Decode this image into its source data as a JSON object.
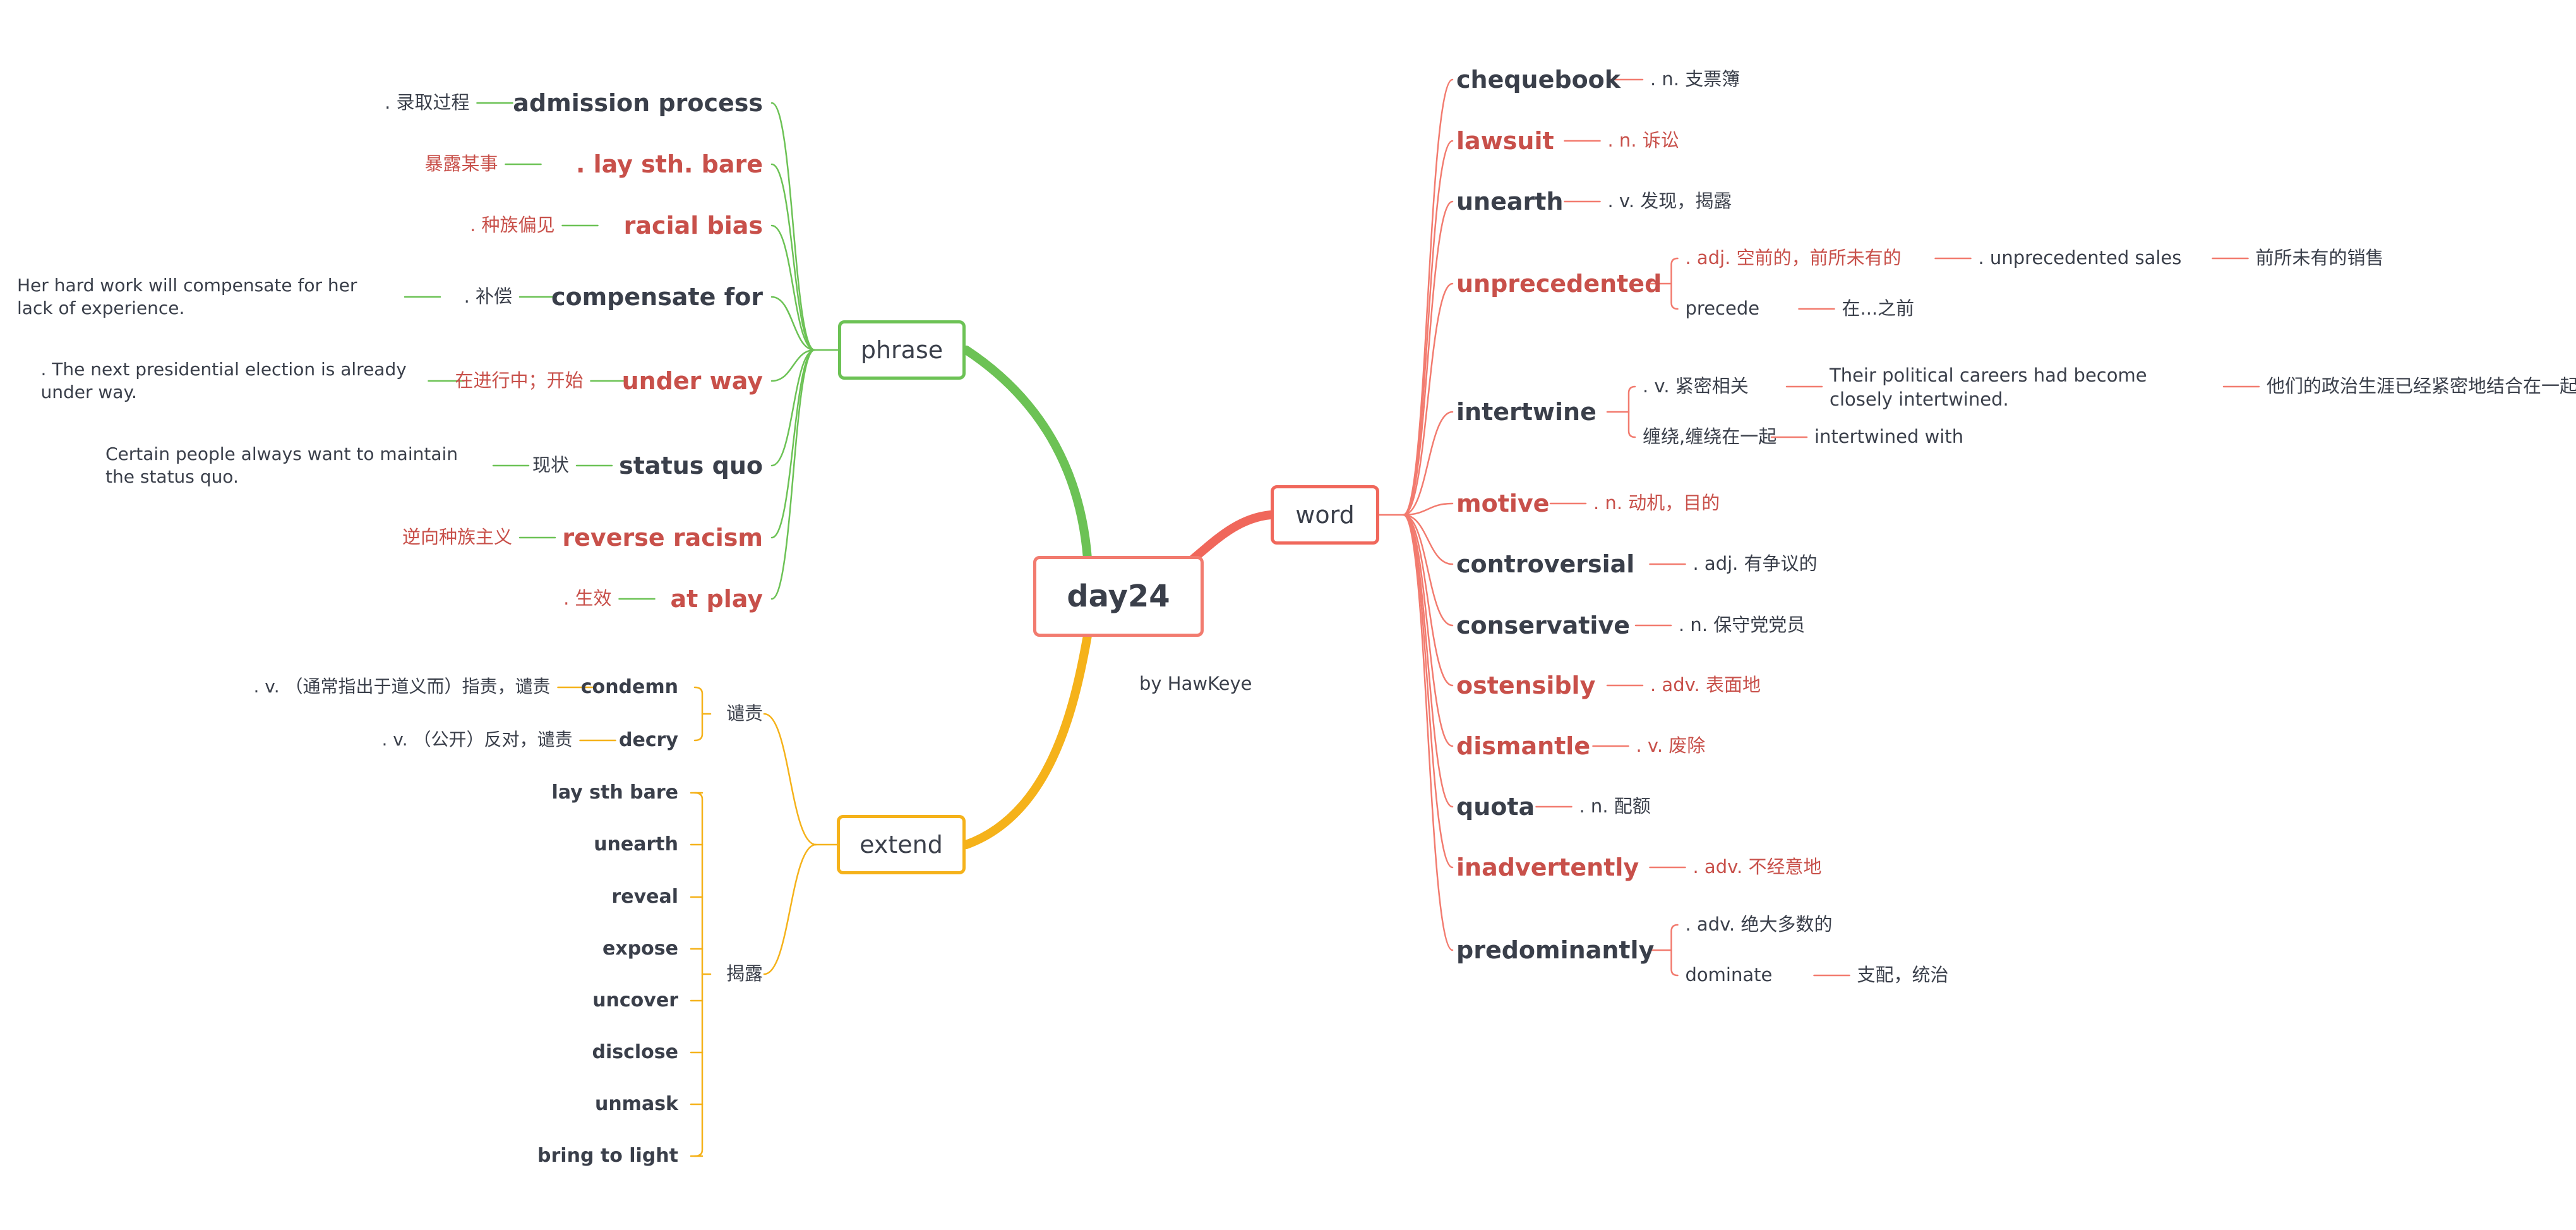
{
  "colors": {
    "dark": "#3a3f4a",
    "red": "#c8504a",
    "green": "#6cc255",
    "orange": "#f5b21a",
    "coral": "#f0675b",
    "salmon": "#f27b6f"
  },
  "center": {
    "title": "day24",
    "author": "by HawKeye"
  },
  "branches": {
    "phrase": "phrase",
    "word": "word",
    "extend": "extend"
  },
  "phrase": [
    {
      "term": "admission process",
      "meaning": ". 录取过程",
      "hl": false
    },
    {
      "term": ". lay sth. bare",
      "meaning": "暴露某事",
      "hl": true
    },
    {
      "term": "racial bias",
      "meaning": ". 种族偏见",
      "hl": true
    },
    {
      "term": "compensate for",
      "meaning": ". 补偿",
      "example": "Her hard work will compensate for her lack of experience.",
      "hl": false
    },
    {
      "term": "under way",
      "meaning": "在进行中；开始",
      "example": ". The next presidential election is already under way.",
      "hl": true
    },
    {
      "term": "status quo",
      "meaning": "现状",
      "example": "Certain people always want to maintain the status quo.",
      "hl": false
    },
    {
      "term": "reverse racism",
      "meaning": "逆向种族主义",
      "hl": true
    },
    {
      "term": "at play",
      "meaning": ". 生效",
      "hl": true
    }
  ],
  "words": [
    {
      "term": "chequebook",
      "meaning": ". n. 支票簿",
      "hl": false
    },
    {
      "term": "lawsuit",
      "meaning": ". n. 诉讼",
      "hl": true
    },
    {
      "term": "unearth",
      "meaning": ". v. 发现，揭露",
      "hl": false
    },
    {
      "term": "unprecedented",
      "hl": true,
      "subs": [
        {
          "label": ". adj. 空前的，前所未有的",
          "hl": true,
          "next": ". unprecedented sales",
          "next2": "前所未有的销售"
        },
        {
          "label": "precede",
          "hl": false,
          "next": "在...之前"
        }
      ]
    },
    {
      "term": "intertwine",
      "hl": false,
      "subs": [
        {
          "label": ". v. 紧密相关",
          "hl": false,
          "next": "Their political careers had become closely intertwined.",
          "next2": "他们的政治生涯已经紧密地结合在一起了"
        },
        {
          "label": "缠绕,缠绕在一起",
          "hl": false,
          "next": "intertwined with"
        }
      ]
    },
    {
      "term": "motive",
      "meaning": ". n. 动机，目的",
      "hl": true
    },
    {
      "term": "controversial",
      "meaning": ". adj. 有争议的",
      "hl": false
    },
    {
      "term": "conservative",
      "meaning": ". n. 保守党党员",
      "hl": false
    },
    {
      "term": "ostensibly",
      "meaning": ". adv. 表面地",
      "hl": true
    },
    {
      "term": "dismantle",
      "meaning": ". v. 废除",
      "hl": true
    },
    {
      "term": "quota",
      "meaning": ". n. 配额",
      "hl": false
    },
    {
      "term": "inadvertently",
      "meaning": ". adv. 不经意地",
      "hl": true
    },
    {
      "term": "predominantly",
      "hl": false,
      "subs": [
        {
          "label": ". adv. 绝大多数的",
          "hl": false
        },
        {
          "label": "dominate",
          "hl": false,
          "next": "支配，统治"
        }
      ]
    }
  ],
  "extend": {
    "condemn_group": {
      "label": "谴责",
      "items": [
        {
          "term": "condemn",
          "meaning": ". v. （通常指出于道义而）指责，谴责"
        },
        {
          "term": "decry",
          "meaning": ". v. （公开）反对，谴责"
        }
      ]
    },
    "reveal_group": {
      "label": "揭露",
      "items": [
        "lay sth bare",
        "unearth",
        "reveal",
        "expose",
        "uncover",
        "disclose",
        "unmask",
        "bring to light"
      ]
    }
  }
}
